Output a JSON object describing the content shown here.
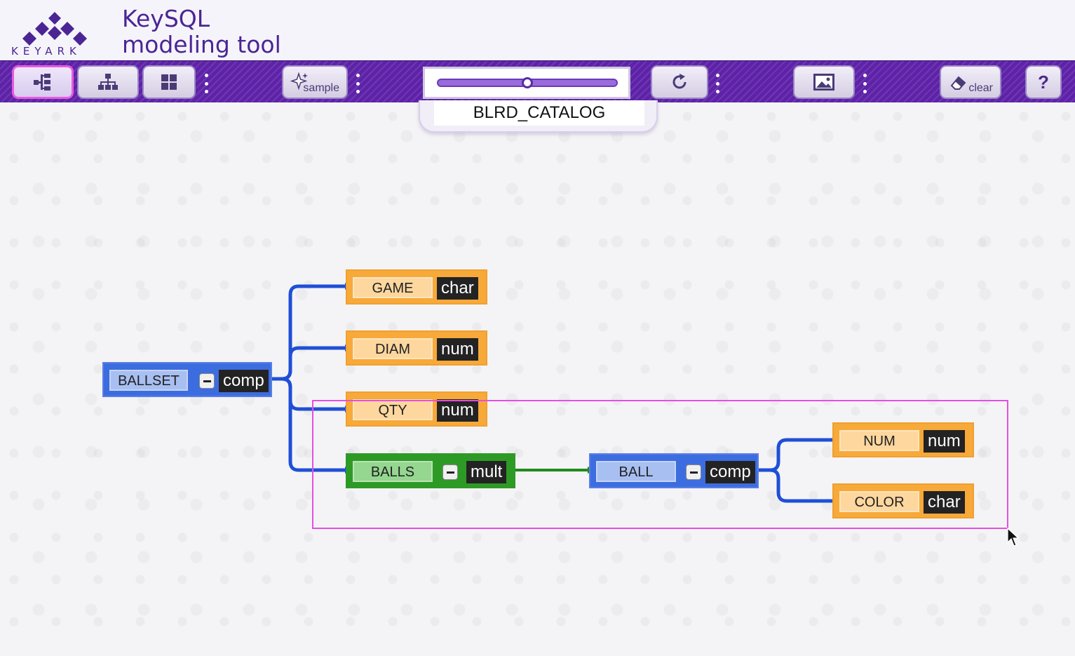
{
  "header": {
    "logo_word": "KEYARK",
    "title_line1": "KeySQL",
    "title_line2": "modeling tool"
  },
  "toolbar": {
    "buttons": [
      {
        "name": "tree-view",
        "icon": "tree-view-icon",
        "active": true
      },
      {
        "name": "hierarchy-view",
        "icon": "org-chart-icon",
        "active": false
      },
      {
        "name": "grid-view",
        "icon": "grid-icon",
        "active": false
      },
      {
        "name": "sample",
        "icon": "sparkle-icon",
        "label": "sample"
      },
      {
        "name": "refresh",
        "icon": "refresh-icon"
      },
      {
        "name": "image",
        "icon": "image-icon"
      },
      {
        "name": "clear",
        "icon": "eraser-icon",
        "label": "clear"
      },
      {
        "name": "help",
        "icon": "help-icon",
        "label": "?"
      }
    ],
    "zoom_slider_value": 0.5
  },
  "catalog": {
    "name": "BLRD_CATALOG"
  },
  "diagram": {
    "nodes": [
      {
        "id": "ballset",
        "name": "BALLSET",
        "type": "comp",
        "collapsible": true
      },
      {
        "id": "game",
        "name": "GAME",
        "type": "char"
      },
      {
        "id": "diam",
        "name": "DIAM",
        "type": "num"
      },
      {
        "id": "qty",
        "name": "QTY",
        "type": "num"
      },
      {
        "id": "balls",
        "name": "BALLS",
        "type": "mult",
        "collapsible": true
      },
      {
        "id": "ball",
        "name": "BALL",
        "type": "comp",
        "collapsible": true
      },
      {
        "id": "num",
        "name": "NUM",
        "type": "num"
      },
      {
        "id": "color",
        "name": "COLOR",
        "type": "char"
      }
    ],
    "edges": [
      {
        "from": "ballset",
        "to": "game"
      },
      {
        "from": "ballset",
        "to": "diam"
      },
      {
        "from": "ballset",
        "to": "qty"
      },
      {
        "from": "ballset",
        "to": "balls"
      },
      {
        "from": "balls",
        "to": "ball"
      },
      {
        "from": "ball",
        "to": "num"
      },
      {
        "from": "ball",
        "to": "color"
      }
    ]
  },
  "colors": {
    "brand": "#4b2594",
    "toolbar": "#5e22a8",
    "comp": "#3c6de0",
    "leaf": "#f7a93a",
    "mult": "#2e9a26",
    "edge_blue": "#1f4fd6",
    "edge_green": "#1f8a1a",
    "selection": "#e44fe0"
  }
}
